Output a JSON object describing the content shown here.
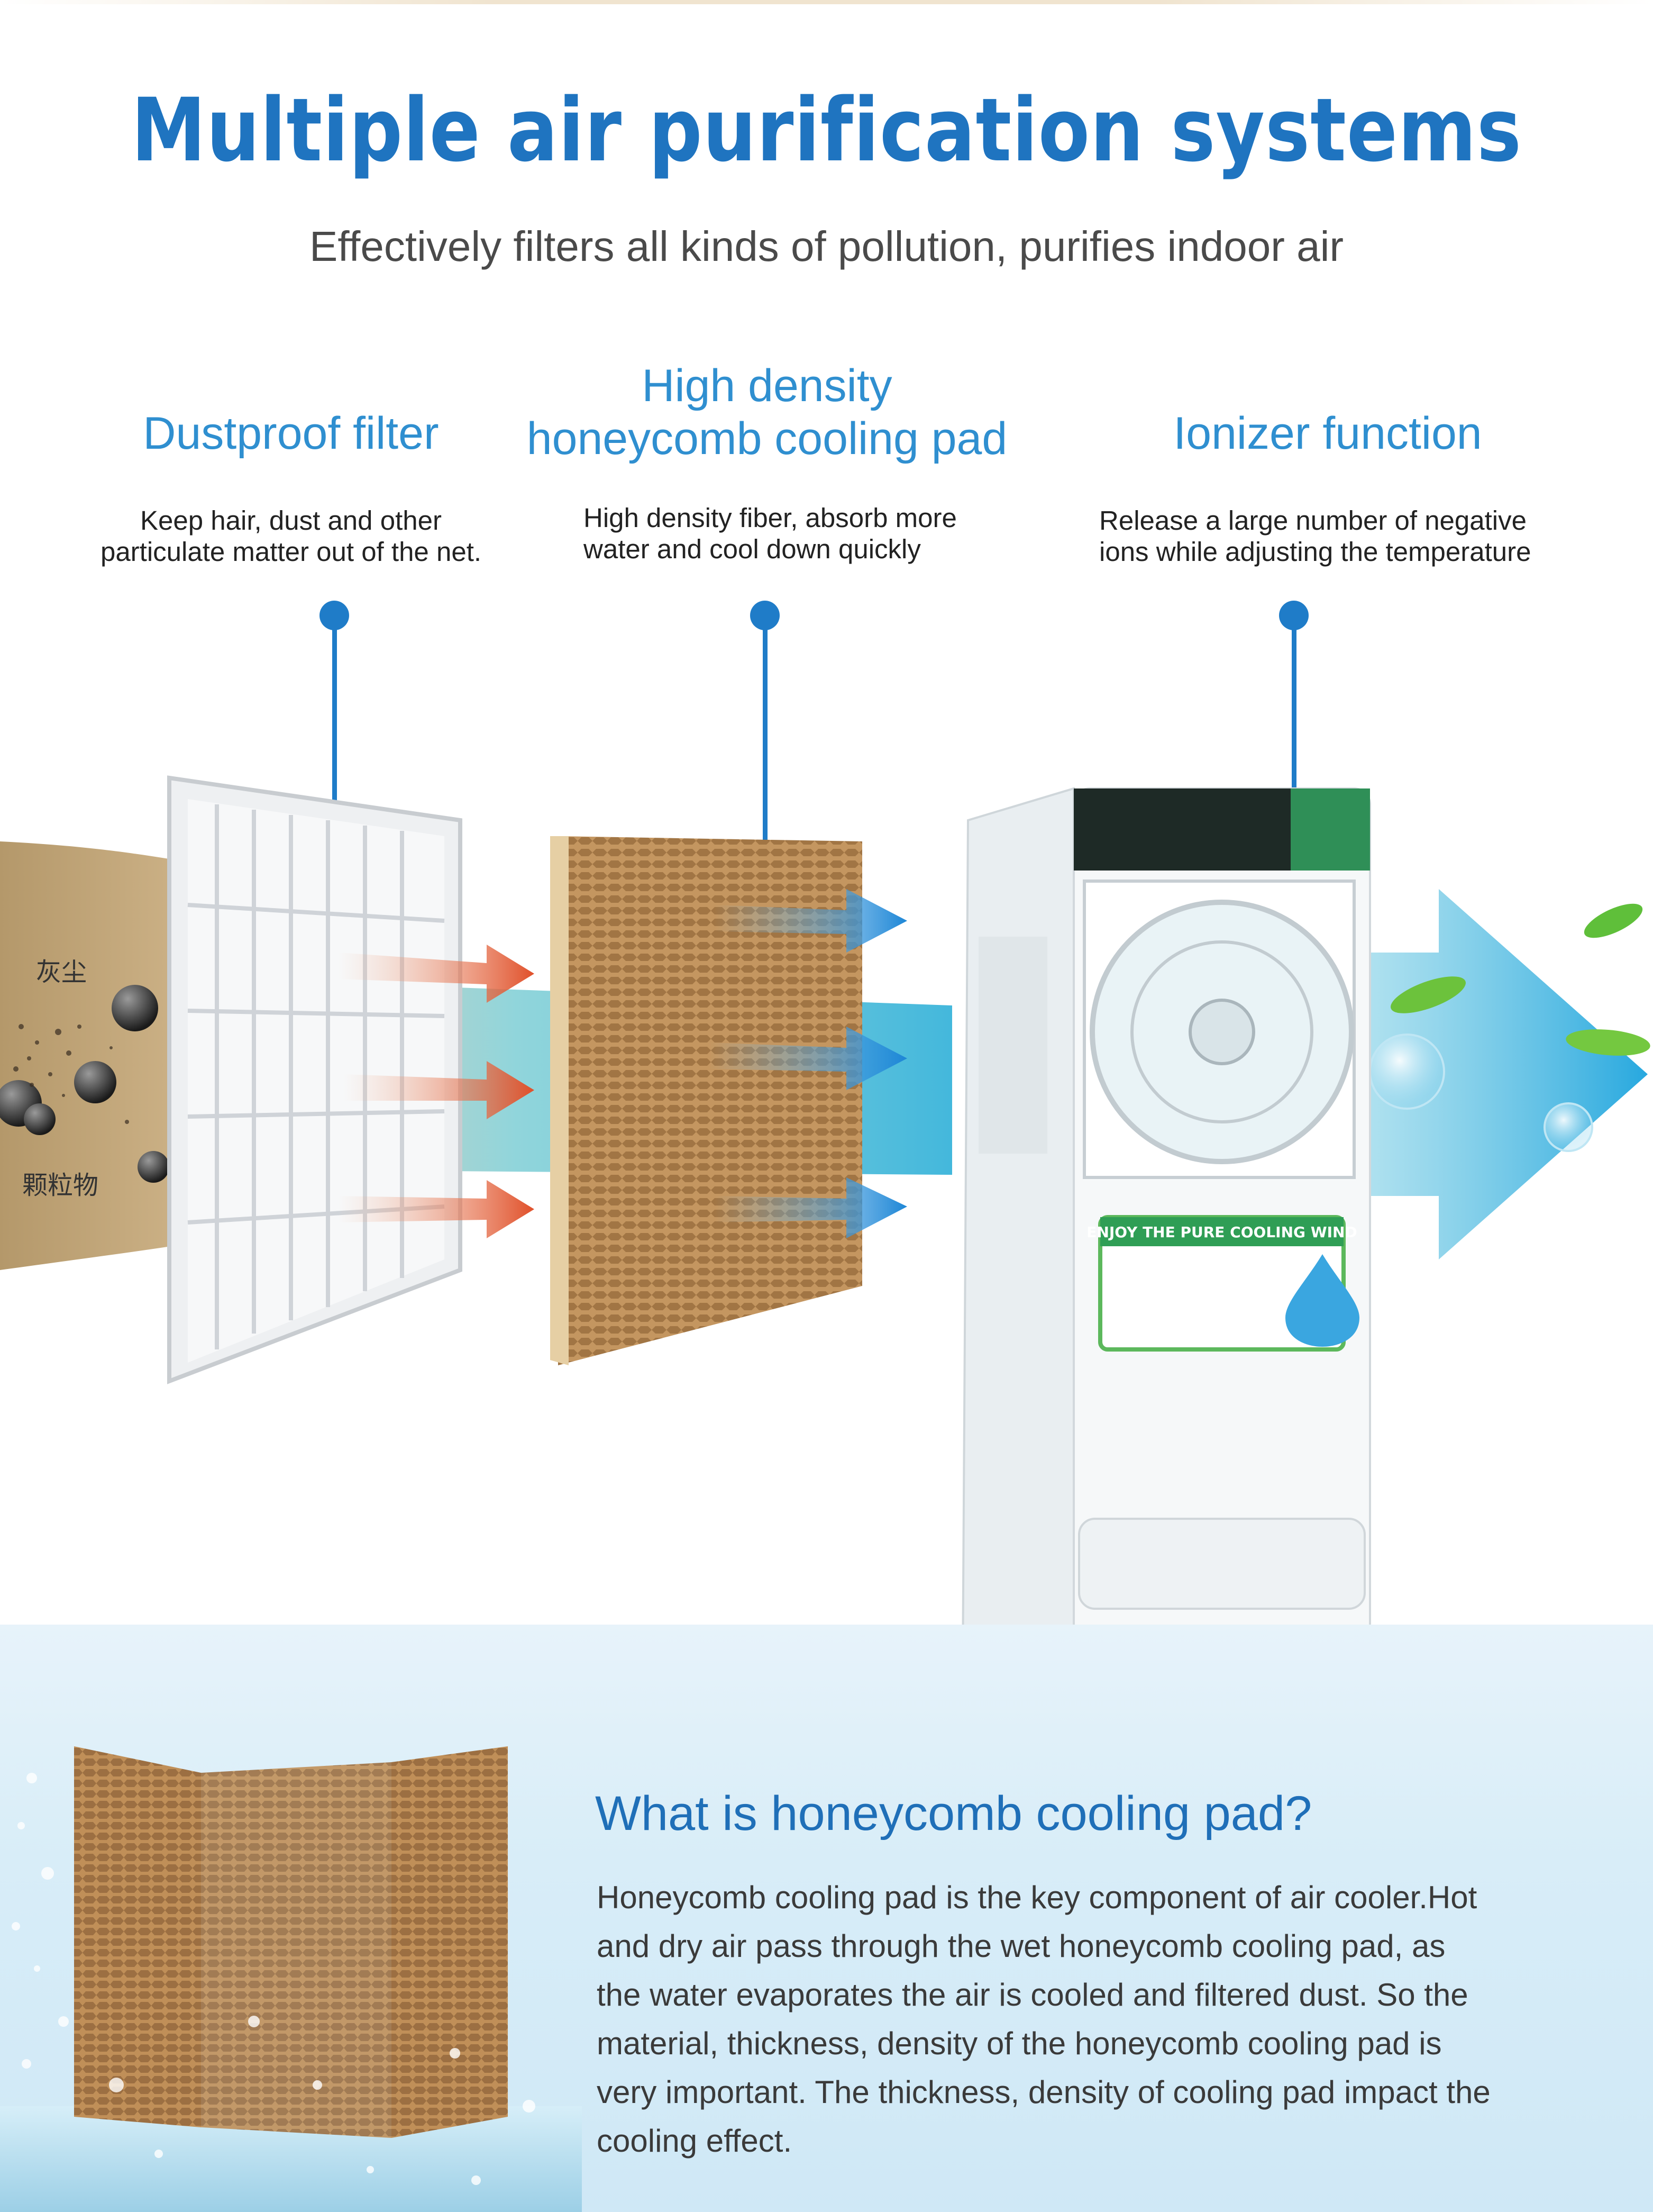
{
  "header": {
    "title": "Multiple air purification systems",
    "subtitle": "Effectively filters all kinds of pollution, purifies indoor air"
  },
  "features": [
    {
      "title_lines": [
        "Dustproof filter"
      ],
      "desc_lines": [
        "Keep hair, dust and other",
        "particulate matter out of the net."
      ]
    },
    {
      "title_lines": [
        "High density",
        "honeycomb cooling pad"
      ],
      "desc_lines": [
        "High density fiber, absorb more",
        "water and cool down quickly"
      ]
    },
    {
      "title_lines": [
        "Ionizer function"
      ],
      "desc_lines": [
        "Release a large number of negative",
        "ions while adjusting the temperature"
      ]
    }
  ],
  "illustration": {
    "particle_labels": [
      "灰尘",
      "颗粒物"
    ],
    "product_panel_text": "ENJOY THE PURE COOLING WIND"
  },
  "info": {
    "heading": "What is honeycomb cooling pad?",
    "body_lines": [
      "Honeycomb cooling pad is the key component of air cooler.Hot",
      "and dry air pass through the wet honeycomb cooling pad, as",
      "the water evaporates the air is cooled and filtered dust. So the",
      "material, thickness, density of the honeycomb cooling pad is",
      "very important. The thickness, density of cooling pad impact the",
      "cooling effect."
    ]
  },
  "colors": {
    "title_blue": "#1f74c0",
    "feature_blue": "#2f8fd0",
    "pin_blue": "#1f7cc8",
    "dust_brown": "#b8935a",
    "pad_brown": "#c79a63",
    "flow_cyan": "#3ab8cf"
  }
}
